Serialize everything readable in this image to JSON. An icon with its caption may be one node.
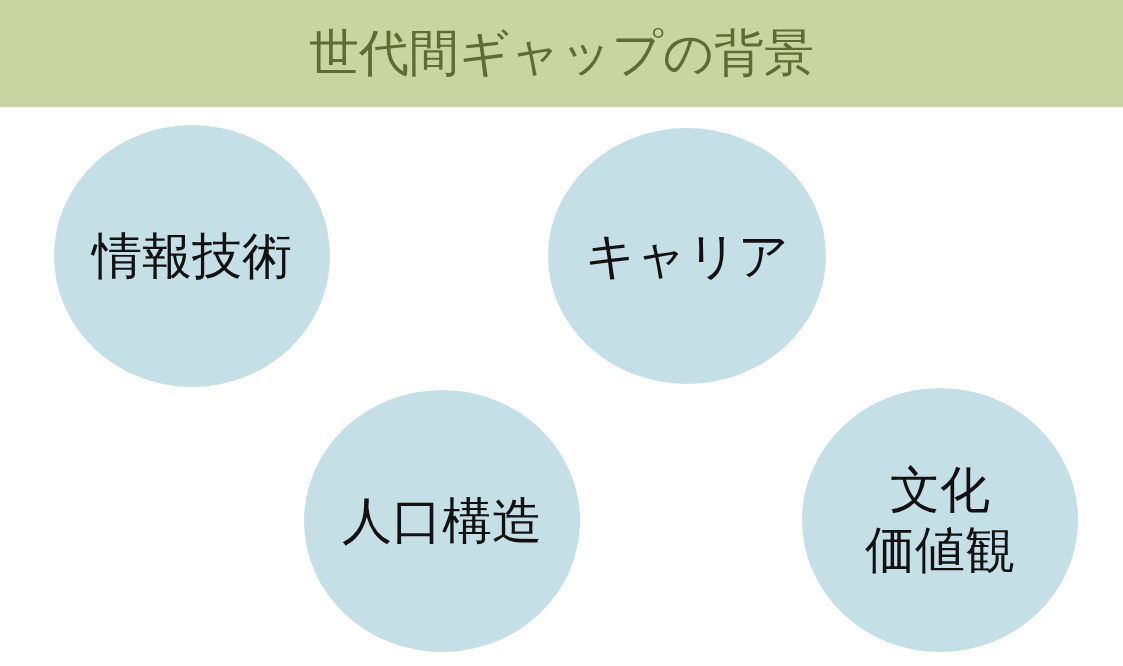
{
  "diagram": {
    "title": "世代間ギャップの背景",
    "nodes": [
      {
        "text": [
          "情報技術"
        ]
      },
      {
        "text": [
          "キャリア"
        ]
      },
      {
        "text": [
          "人口構造"
        ]
      },
      {
        "text": [
          "文化",
          "価値観"
        ]
      }
    ]
  }
}
